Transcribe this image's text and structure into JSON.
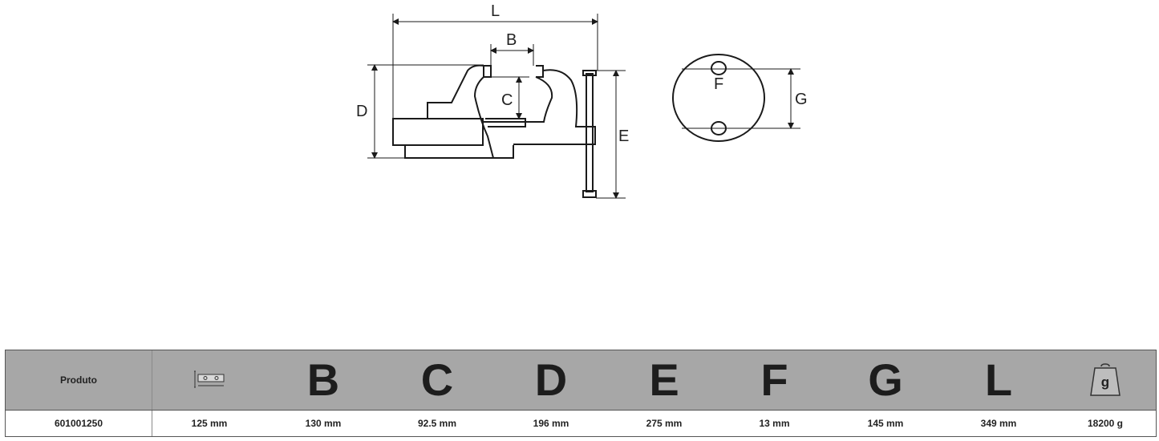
{
  "drawing": {
    "labels": {
      "L": "L",
      "B": "B",
      "C": "C",
      "D": "D",
      "E": "E",
      "F": "F",
      "G": "G"
    }
  },
  "table": {
    "header": {
      "produto": "Produto",
      "jaw_icon": "jaw-width-icon",
      "letters": [
        "B",
        "C",
        "D",
        "E",
        "F",
        "G",
        "L"
      ],
      "weight_icon": "weight-icon",
      "weight_unit": "g"
    },
    "row": {
      "produto": "601001250",
      "values": [
        "125 mm",
        "130 mm",
        "92.5 mm",
        "196 mm",
        "275 mm",
        "13 mm",
        "145 mm",
        "349 mm",
        "18200 g"
      ]
    }
  },
  "colors": {
    "header_bg": "#a7a7a7",
    "line": "#1a1a1a"
  }
}
